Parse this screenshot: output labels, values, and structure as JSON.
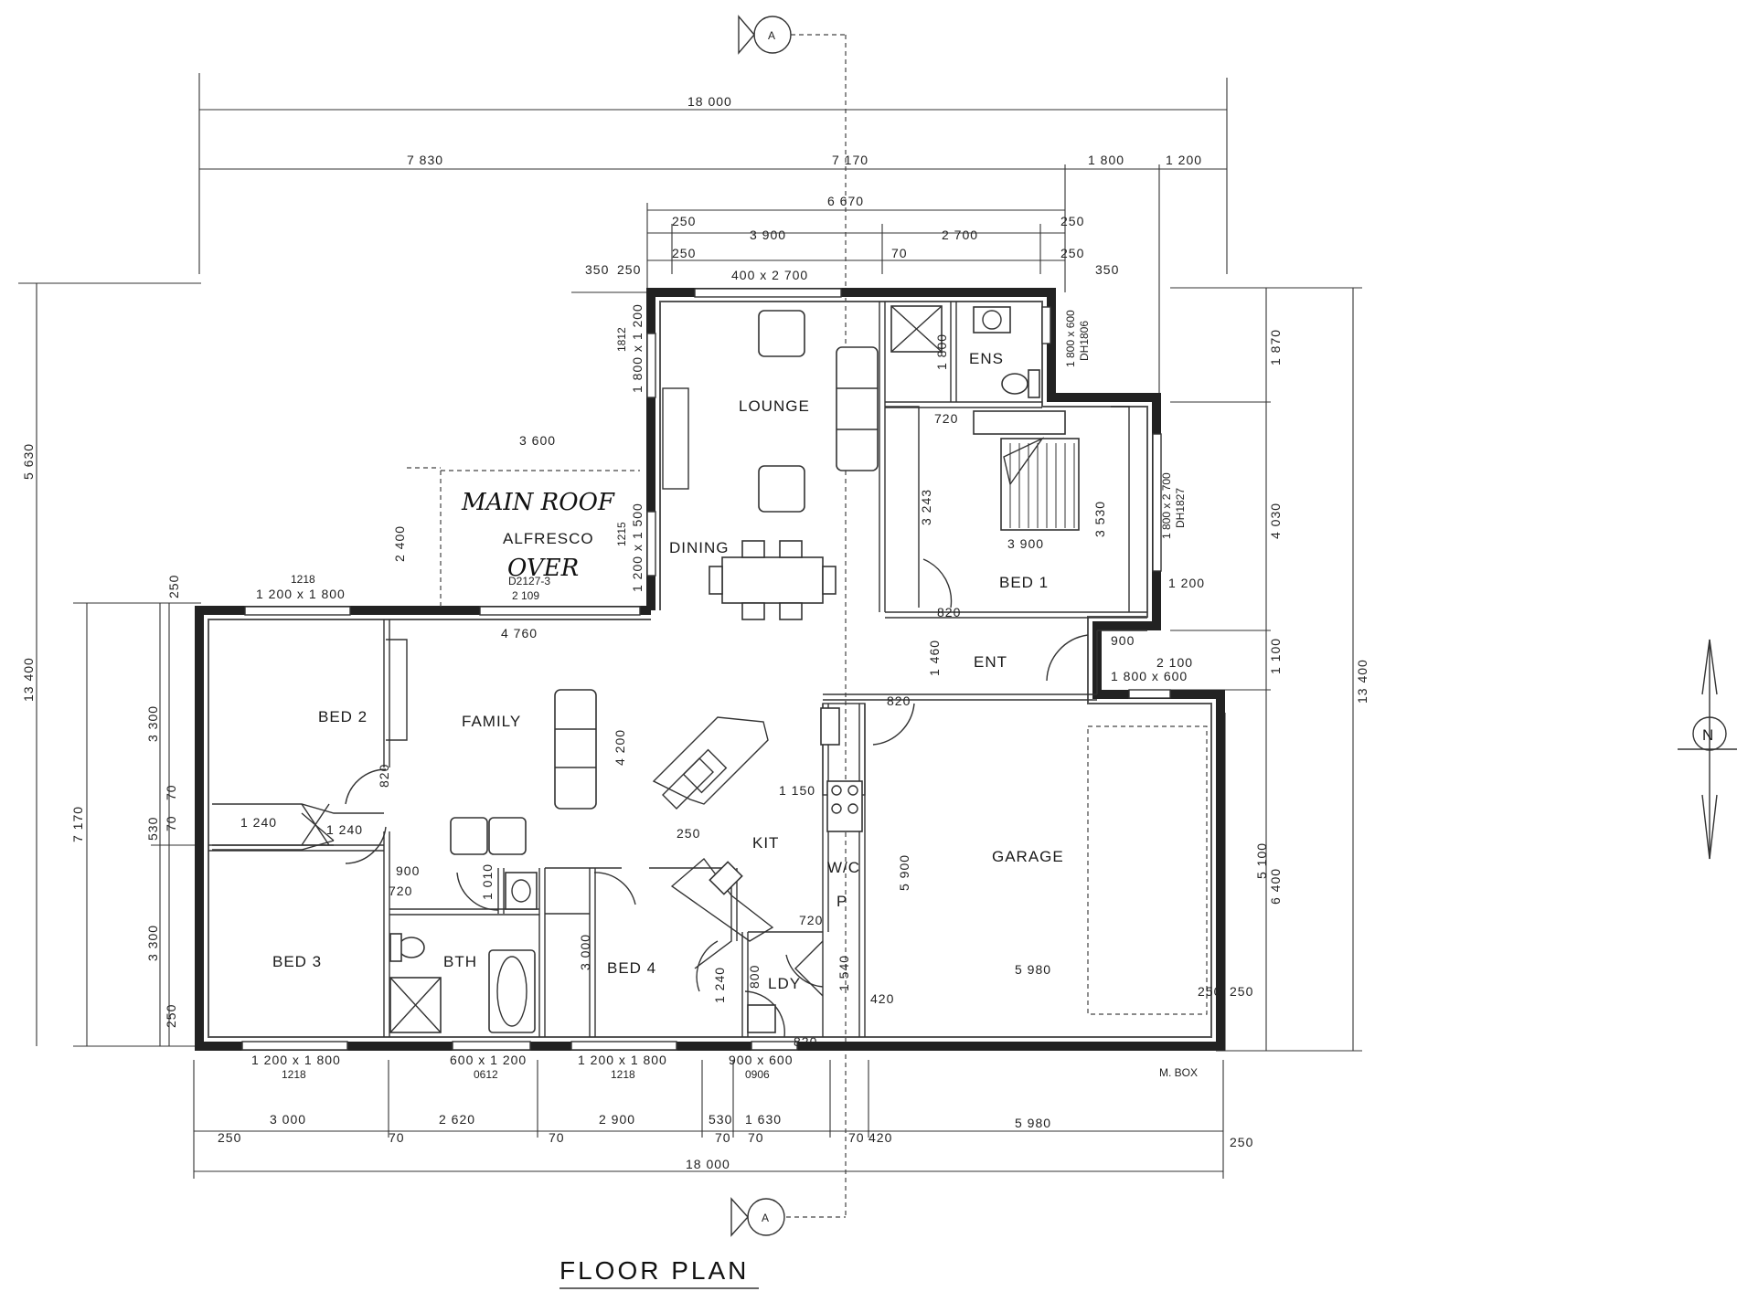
{
  "title": "FLOOR PLAN",
  "section_marker": "A",
  "north_marker": "N",
  "handwritten": {
    "line1": "MAIN ROOF",
    "line2": "OVER"
  },
  "rooms": {
    "lounge": "LOUNGE",
    "dining": "DINING",
    "family": "FAMILY",
    "alfresco": "ALFRESCO",
    "bed1": "BED 1",
    "bed2": "BED 2",
    "bed3": "BED 3",
    "bed4": "BED 4",
    "ens": "ENS",
    "bth": "BTH",
    "kit": "KIT",
    "ldy": "LDY",
    "ent": "ENT",
    "garage": "GARAGE",
    "wc": "W/C",
    "pantry": "P",
    "mbox": "M. BOX"
  },
  "dims_top": {
    "overall": "18 000",
    "d7830": "7 830",
    "d7170": "7 170",
    "d1800": "1 800",
    "d1200": "1 200",
    "d6670": "6 670",
    "d250a": "250",
    "d3900": "3 900",
    "d2700": "2 700",
    "d250b": "250",
    "d250c": "250",
    "d70": "70",
    "d250d": "250",
    "d350a": "350",
    "d250e": "250",
    "d350b": "350"
  },
  "dims_bottom": {
    "d3000": "3 000",
    "d2620": "2 620",
    "d2900": "2 900",
    "d530": "530",
    "d1630": "1 630",
    "d5980": "5 980",
    "d250a": "250",
    "d70a": "70",
    "d70b": "70",
    "d70c": "70",
    "d70d": "70",
    "d70e": "70",
    "d420": "420",
    "d250b": "250",
    "overall": "18 000"
  },
  "dims_left": {
    "d5630": "5 630",
    "d13400": "13 400",
    "d7170": "7 170",
    "d250a": "250",
    "d3300a": "3 300",
    "d70": "70",
    "d530": "530",
    "d70b": "70",
    "d3300b": "3 300",
    "d250b": "250"
  },
  "dims_right": {
    "d1870": "1 870",
    "d4030": "4 030",
    "d1100": "1 100",
    "d6400": "6 400",
    "d13400": "13 400",
    "d5100": "5 100",
    "d250": "250"
  },
  "dims_internal": {
    "d3600": "3 600",
    "d2400": "2 400",
    "d4760": "4 760",
    "d4200": "4 200",
    "d1150": "1 150",
    "d3243": "3 243",
    "d3900": "3 900",
    "d3530": "3 530",
    "d1200": "1 200",
    "d1460": "1 460",
    "d900a": "900",
    "d2100": "2 100",
    "d5900": "5 900",
    "d5980": "5 980",
    "d420": "420",
    "d3000": "3 000",
    "d1240a": "1 240",
    "d1240b": "1 240",
    "d1240c": "1 240",
    "d900b": "900",
    "d1010": "1 010",
    "d800": "800",
    "d820a": "820",
    "d820b": "820",
    "d820c": "820",
    "d820d": "820",
    "d720a": "720",
    "d720b": "720",
    "d720c": "720",
    "d250": "250",
    "d1800": "1 800",
    "d1540": "1 540",
    "d250g": "250"
  },
  "windows": {
    "w_lounge_top": "400 x 2 700",
    "w_lounge_side": "1 800 x 1 200",
    "w_lounge_side_code": "1812",
    "w_dining_side": "1 200 x 1 500",
    "w_dining_side_code": "1215",
    "w_alfresco_door": "D2127-3",
    "w_alfresco_door_w": "2 109",
    "w_bed2_top_code": "1218",
    "w_bed2_top": "1 200 x 1 800",
    "w_ens": "1 800 x 600",
    "w_ens_code": "DH1806",
    "w_bed1": "1 800 x 2 700",
    "w_bed1_code": "DH1827",
    "w_ent": "1 800 x 600",
    "w_bed3": "1 200 x 1 800",
    "w_bed3_code": "1218",
    "w_bth": "600 x 1 200",
    "w_bth_code": "0612",
    "w_bed4": "1 200 x 1 800",
    "w_bed4_code": "1218",
    "w_ldy": "900 x 600",
    "w_ldy_code": "0906"
  }
}
